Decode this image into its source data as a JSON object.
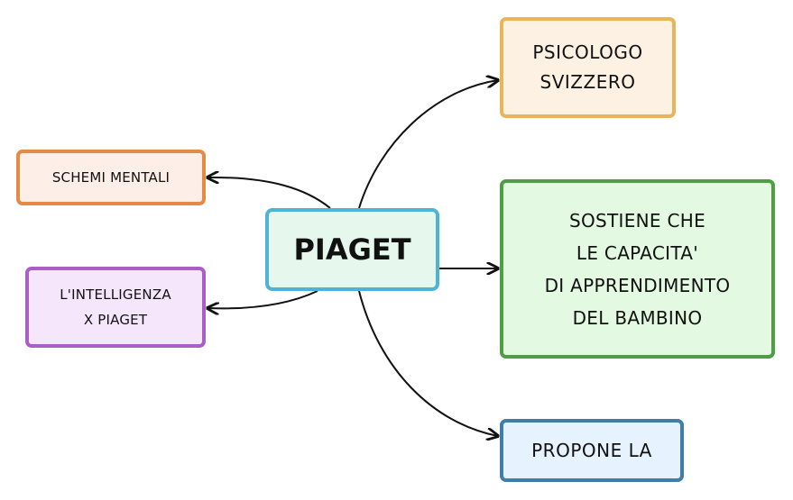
{
  "colors": {
    "edge": "#111111"
  },
  "nodes": {
    "center": {
      "label": "PIAGET",
      "border": "#4fb3d3",
      "fill": "#e6f8ee"
    },
    "psicologo": {
      "label": "PSICOLOGO\nSVIZZERO",
      "border": "#e7b55a",
      "fill": "#fdf1e4"
    },
    "sostiene": {
      "label": "SOSTIENE CHE\nLE CAPACITA'\nDI APPRENDIMENTO\nDEL BAMBINO",
      "border": "#4f9e45",
      "fill": "#e3f9e1"
    },
    "propone": {
      "label": "PROPONE LA",
      "border": "#3f7ea6",
      "fill": "#e6f2fd"
    },
    "schemi": {
      "label": "SCHEMI MENTALI",
      "border": "#e58a44",
      "fill": "#fdefe7"
    },
    "intelligenza": {
      "label": "L'INTELLIGENZA\nX PIAGET",
      "border": "#aa5ec8",
      "fill": "#f6e6fb"
    }
  }
}
